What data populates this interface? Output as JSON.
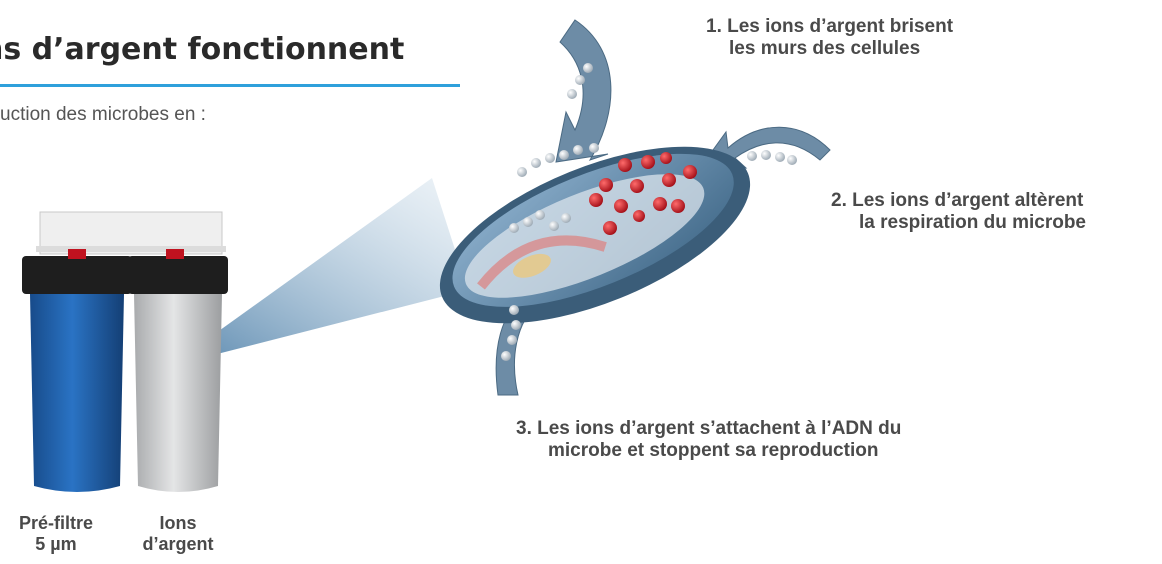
{
  "header": {
    "title": "ns d’argent fonctionnent",
    "intro": "uction des microbes en :"
  },
  "steps": [
    {
      "line1": "1. Les ions d’argent brisent",
      "line2": "les murs des cellules"
    },
    {
      "line1": "2. Les ions d’argent altèrent",
      "line2": "la respiration du microbe"
    },
    {
      "line1": "3. Les ions d’argent s’attachent à l’ADN du",
      "line2": "microbe et stoppent sa reproduction"
    }
  ],
  "filters": [
    {
      "line1": "Pré-filtre",
      "line2": "5 µm"
    },
    {
      "line1": "Ions",
      "line2": "d’argent"
    }
  ],
  "colors": {
    "accent_rule": "#2fa0db",
    "prefilter_housing": "#1f5fa8",
    "silver_housing": "#c9cacc",
    "arrow": "#6d8ca6",
    "ion_red": "#c0121f"
  }
}
